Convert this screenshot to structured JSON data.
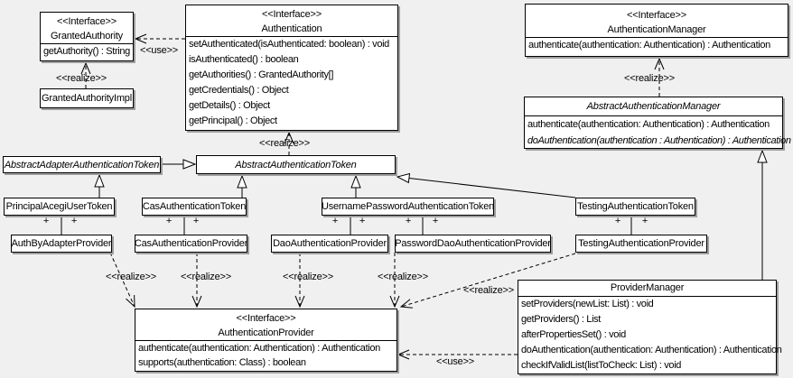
{
  "diagram": {
    "kind": "uml-class-diagram",
    "colors": {
      "canvas_bg": "#f0f0f0",
      "box_bg": "#ffffff",
      "line": "#000000",
      "shadow": "#9e9e9e"
    }
  },
  "edge_labels": {
    "realize": "<<realize>>",
    "use": "<<use>>",
    "plus": "+"
  },
  "classes": {
    "granted_authority": {
      "stereotype": "<<Interface>>",
      "name": "GrantedAuthority",
      "methods": [
        "getAuthority() : String"
      ]
    },
    "granted_authority_impl": {
      "name": "GrantedAuthorityImpl"
    },
    "authentication": {
      "stereotype": "<<Interface>>",
      "name": "Authentication",
      "methods": [
        "setAuthenticated(isAuthenticated: boolean) : void",
        "isAuthenticated() : boolean",
        "getAuthorities() : GrantedAuthority[]",
        "getCredentials() : Object",
        "getDetails() : Object",
        "getPrincipal() : Object"
      ]
    },
    "authentication_manager": {
      "stereotype": "<<Interface>>",
      "name": "AuthenticationManager",
      "methods": [
        "authenticate(authentication: Authentication) : Authentication"
      ]
    },
    "abstract_authentication_manager": {
      "name": "AbstractAuthenticationManager",
      "abstract": true,
      "methods": [
        "authenticate(authentication: Authentication) : Authentication",
        "doAuthentication(authentication : Authentication) : Authentication"
      ]
    },
    "abstract_adapter_authentication_token": {
      "name": "AbstractAdapterAuthenticationToken",
      "abstract": true
    },
    "abstract_authentication_token": {
      "name": "AbstractAuthenticationToken",
      "abstract": true
    },
    "principal_acegi_user_token": {
      "name": "PrincipalAcegiUserToken"
    },
    "cas_authentication_token": {
      "name": "CasAuthenticationToken"
    },
    "username_password_authentication_token": {
      "name": "UsernamePasswordAuthenticationToken"
    },
    "testing_authentication_token": {
      "name": "TestingAuthenticationToken"
    },
    "auth_by_adapter_provider": {
      "name": "AuthByAdapterProvider"
    },
    "cas_authentication_provider": {
      "name": "CasAuthenticationProvider"
    },
    "dao_authentication_provider": {
      "name": "DaoAuthenticationProvider"
    },
    "password_dao_authentication_provider": {
      "name": "PasswordDaoAuthenticationProvider"
    },
    "testing_authentication_provider": {
      "name": "TestingAuthenticationProvider"
    },
    "authentication_provider": {
      "stereotype": "<<Interface>>",
      "name": "AuthenticationProvider",
      "methods": [
        "authenticate(authentication: Authentication) : Authentication",
        "supports(authentication: Class) : boolean"
      ]
    },
    "provider_manager": {
      "name": "ProviderManager",
      "methods": [
        "setProviders(newList: List) : void",
        "getProviders() : List",
        "afterPropertiesSet() : void",
        "doAuthentication(authentication: Authentication) : Authentication",
        "checkIfValidList(listToCheck: List) : void"
      ]
    }
  },
  "relationships": [
    {
      "from": "GrantedAuthorityImpl",
      "to": "GrantedAuthority",
      "type": "realize"
    },
    {
      "from": "Authentication",
      "to": "GrantedAuthority",
      "type": "use"
    },
    {
      "from": "AbstractAuthenticationToken",
      "to": "Authentication",
      "type": "realize"
    },
    {
      "from": "AbstractAuthenticationManager",
      "to": "AuthenticationManager",
      "type": "realize"
    },
    {
      "from": "AbstractAdapterAuthenticationToken",
      "to": "AbstractAuthenticationToken",
      "type": "generalization"
    },
    {
      "from": "PrincipalAcegiUserToken",
      "to": "AbstractAdapterAuthenticationToken",
      "type": "generalization"
    },
    {
      "from": "CasAuthenticationToken",
      "to": "AbstractAuthenticationToken",
      "type": "generalization"
    },
    {
      "from": "UsernamePasswordAuthenticationToken",
      "to": "AbstractAuthenticationToken",
      "type": "generalization"
    },
    {
      "from": "TestingAuthenticationToken",
      "to": "AbstractAuthenticationToken",
      "type": "generalization"
    },
    {
      "from": "ProviderManager",
      "to": "AbstractAuthenticationManager",
      "type": "generalization"
    },
    {
      "from": "PrincipalAcegiUserToken",
      "to": "AuthByAdapterProvider",
      "type": "association",
      "end_labels": [
        "+",
        "+"
      ]
    },
    {
      "from": "CasAuthenticationToken",
      "to": "CasAuthenticationProvider",
      "type": "association",
      "end_labels": [
        "+",
        "+"
      ]
    },
    {
      "from": "UsernamePasswordAuthenticationToken",
      "to": "DaoAuthenticationProvider",
      "type": "association",
      "end_labels": [
        "+",
        "+"
      ]
    },
    {
      "from": "UsernamePasswordAuthenticationToken",
      "to": "PasswordDaoAuthenticationProvider",
      "type": "association",
      "end_labels": [
        "+",
        "+"
      ]
    },
    {
      "from": "TestingAuthenticationToken",
      "to": "TestingAuthenticationProvider",
      "type": "association",
      "end_labels": [
        "+",
        "+"
      ]
    },
    {
      "from": "AuthByAdapterProvider",
      "to": "AuthenticationProvider",
      "type": "realize"
    },
    {
      "from": "CasAuthenticationProvider",
      "to": "AuthenticationProvider",
      "type": "realize"
    },
    {
      "from": "DaoAuthenticationProvider",
      "to": "AuthenticationProvider",
      "type": "realize"
    },
    {
      "from": "PasswordDaoAuthenticationProvider",
      "to": "AuthenticationProvider",
      "type": "realize"
    },
    {
      "from": "TestingAuthenticationProvider",
      "to": "AuthenticationProvider",
      "type": "realize"
    },
    {
      "from": "ProviderManager",
      "to": "AuthenticationProvider",
      "type": "use"
    }
  ]
}
